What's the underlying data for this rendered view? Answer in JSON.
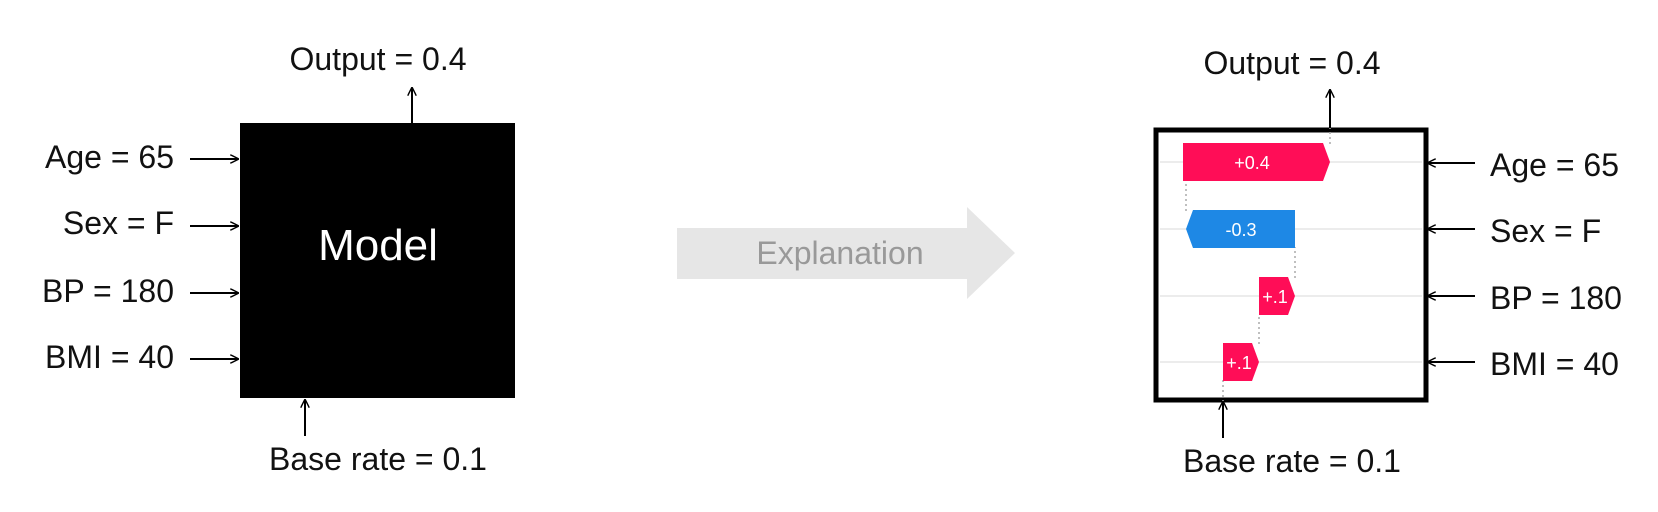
{
  "left": {
    "model_label": "Model",
    "output_label": "Output = 0.4",
    "base_label": "Base rate = 0.1",
    "inputs": [
      "Age = 65",
      "Sex = F",
      "BP = 180",
      "BMI = 40"
    ]
  },
  "middle": {
    "arrow_label": "Explanation"
  },
  "right": {
    "output_label": "Output = 0.4",
    "base_label": "Base rate = 0.1",
    "inputs": [
      "Age = 65",
      "Sex = F",
      "BP = 180",
      "BMI = 40"
    ],
    "contributions": [
      {
        "feature": "Age",
        "label": "+0.4",
        "value": 0.4
      },
      {
        "feature": "Sex",
        "label": "-0.3",
        "value": -0.3
      },
      {
        "feature": "BP",
        "label": "+.1",
        "value": 0.1
      },
      {
        "feature": "BMI",
        "label": "+.1",
        "value": 0.1
      }
    ]
  },
  "colors": {
    "positive": "#ff0d57",
    "negative": "#1e88e5",
    "model_box": "#000000",
    "explanation_arrow": "#e6e6e6",
    "explanation_text": "#999999"
  }
}
